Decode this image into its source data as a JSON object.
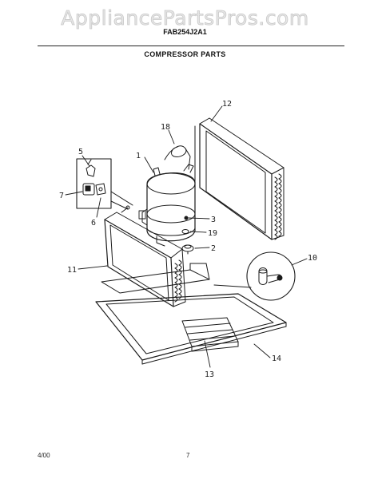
{
  "watermark": "AppliancePartsPros.com",
  "model_number": "FAB254J2A1",
  "section_title": "COMPRESSOR PARTS",
  "callouts": {
    "c1": "1",
    "c2": "2",
    "c3": "3",
    "c5": "5",
    "c6": "6",
    "c7": "7",
    "c10": "10",
    "c11": "11",
    "c12": "12",
    "c13": "13",
    "c14": "14",
    "c18": "18",
    "c19": "19"
  },
  "footer": {
    "date": "4/00",
    "page": "7"
  }
}
